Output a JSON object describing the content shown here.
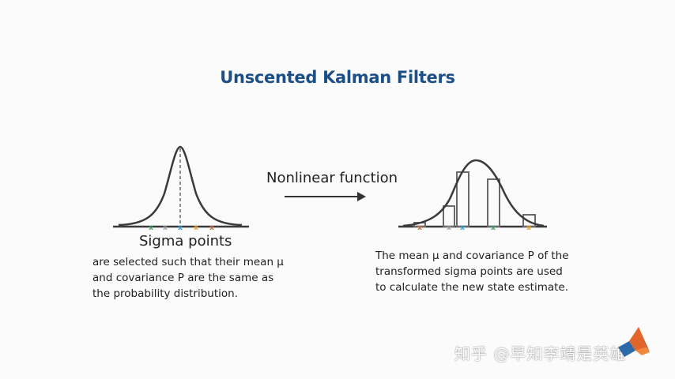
{
  "title": "Unscented Kalman Filters",
  "left_panel": {
    "label": "Sigma points",
    "description_lines": [
      "are selected such that their mean μ",
      "and covariance P are the same as",
      "the probability distribution."
    ]
  },
  "arrow": {
    "label": "Nonlinear function"
  },
  "right_panel": {
    "description_lines": [
      "The mean μ and covariance P of the",
      "transformed sigma points are used",
      "to calculate the new state estimate."
    ]
  },
  "colors": {
    "title": "#1b4f86",
    "curve": "#3a3a3a",
    "sigma_marks": [
      "#3aa655",
      "#9a9aa8",
      "#2aa0d8",
      "#f0a020",
      "#d86a3a"
    ],
    "bars": "#6a6a6a"
  },
  "watermark": "知乎 @早知李靖是英雄",
  "logo": "matlab-logo"
}
